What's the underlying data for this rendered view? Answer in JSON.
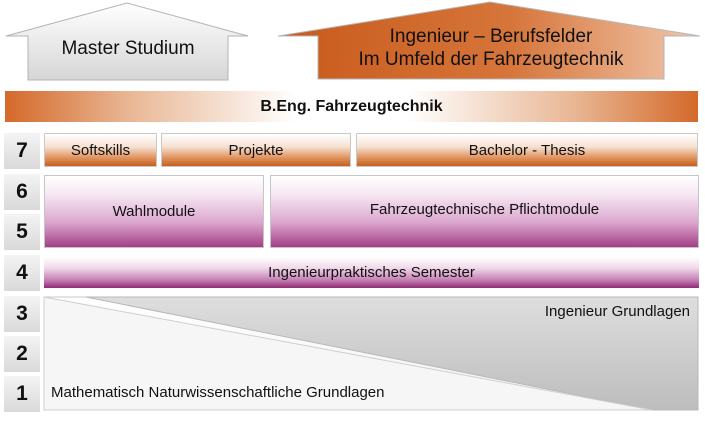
{
  "top": {
    "master_label": "Master Studium",
    "career_line1": "Ingenieur – Berufsfelder",
    "career_line2": "Im Umfeld der Fahrzeugtechnik"
  },
  "program": {
    "title": "B.Eng. Fahrzeugtechnik"
  },
  "semesters": [
    "7",
    "6",
    "5",
    "4",
    "3",
    "2",
    "1"
  ],
  "row7": {
    "softskills": "Softskills",
    "projekte": "Projekte",
    "thesis": "Bachelor - Thesis"
  },
  "rows56": {
    "wahlmodule": "Wahlmodule",
    "pflichtmodule": "Fahrzeugtechnische Pflichtmodule"
  },
  "row4": {
    "praxis": "Ingenieurpraktisches Semester"
  },
  "base": {
    "ingenieur": "Ingenieur Grundlagen",
    "mathe": "Mathematisch Naturwissenschaftliche Grundlagen"
  },
  "colors": {
    "orange": "#d4692a",
    "purple": "#8e2b74",
    "grey_light": "#f2f2f2",
    "grey_dark": "#c8c8c8"
  }
}
